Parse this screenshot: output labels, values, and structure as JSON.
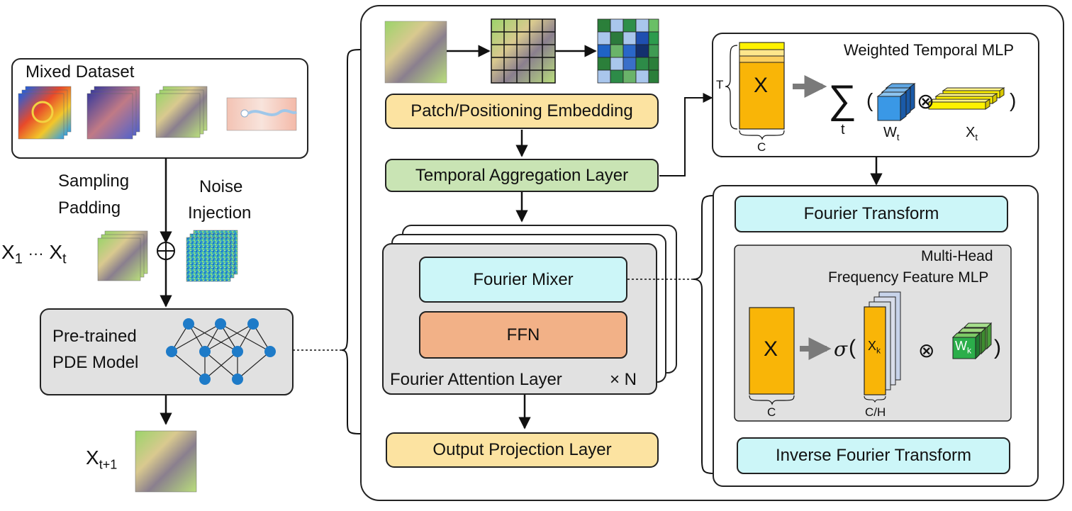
{
  "left": {
    "dataset_title": "Mixed Dataset",
    "sampling_padding": [
      "Sampling",
      "Padding"
    ],
    "noise_injection": [
      "Noise",
      "Injection"
    ],
    "input_symbol": {
      "base_x1": "X",
      "sub_1": "1",
      "dots": "···",
      "base_xt": "X",
      "sub_t": "t"
    },
    "oplus": "⊕",
    "model_label": [
      "Pre-trained",
      "PDE Model"
    ],
    "output_symbol": {
      "base": "X",
      "sub": "t+1"
    }
  },
  "center": {
    "patch_embedding": "Patch/Positioning Embedding",
    "temporal_aggregation": "Temporal Aggregation Layer",
    "fourier_mixer": "Fourier Mixer",
    "ffn": "FFN",
    "attention_layer": "Fourier Attention Layer",
    "times_n": "× N",
    "output_projection": "Output Projection Layer"
  },
  "wtm": {
    "title": "Weighted Temporal MLP",
    "t_label": "T",
    "x_label": "X",
    "c_label": "C",
    "sum_symbol": "∑",
    "sum_sub": "t",
    "paren_open": "(",
    "paren_close": ")",
    "otimes": "⊗",
    "w_base": "W",
    "w_sub": "t",
    "x_base": "X",
    "x_sub": "t"
  },
  "fourier": {
    "fourier_transform": "Fourier Transform",
    "mh_title": [
      "Multi-Head",
      "Frequency Feature MLP"
    ],
    "x_label": "X",
    "c_label": "C",
    "sigma": "σ",
    "paren_open": "(",
    "paren_close": ")",
    "xk_base": "X",
    "xk_sub": "k",
    "ch_label": "C/H",
    "otimes": "⊗",
    "wk_base": "W",
    "wk_sub": "k",
    "inverse_fourier": "Inverse Fourier Transform"
  },
  "colors": {
    "yellow_box": "#FCE3A1",
    "green_box": "#C9E4B4",
    "cyan_box": "#CCF6F8",
    "ffn_box": "#F2B187",
    "gray_panel": "#E1E1E1",
    "orange_block": "#F9B507",
    "yellow_bar": "#FFF200",
    "blue_cube": "#2E8FE0",
    "green_cube": "#2BAE4A",
    "node_blue": "#1E7BC8"
  }
}
